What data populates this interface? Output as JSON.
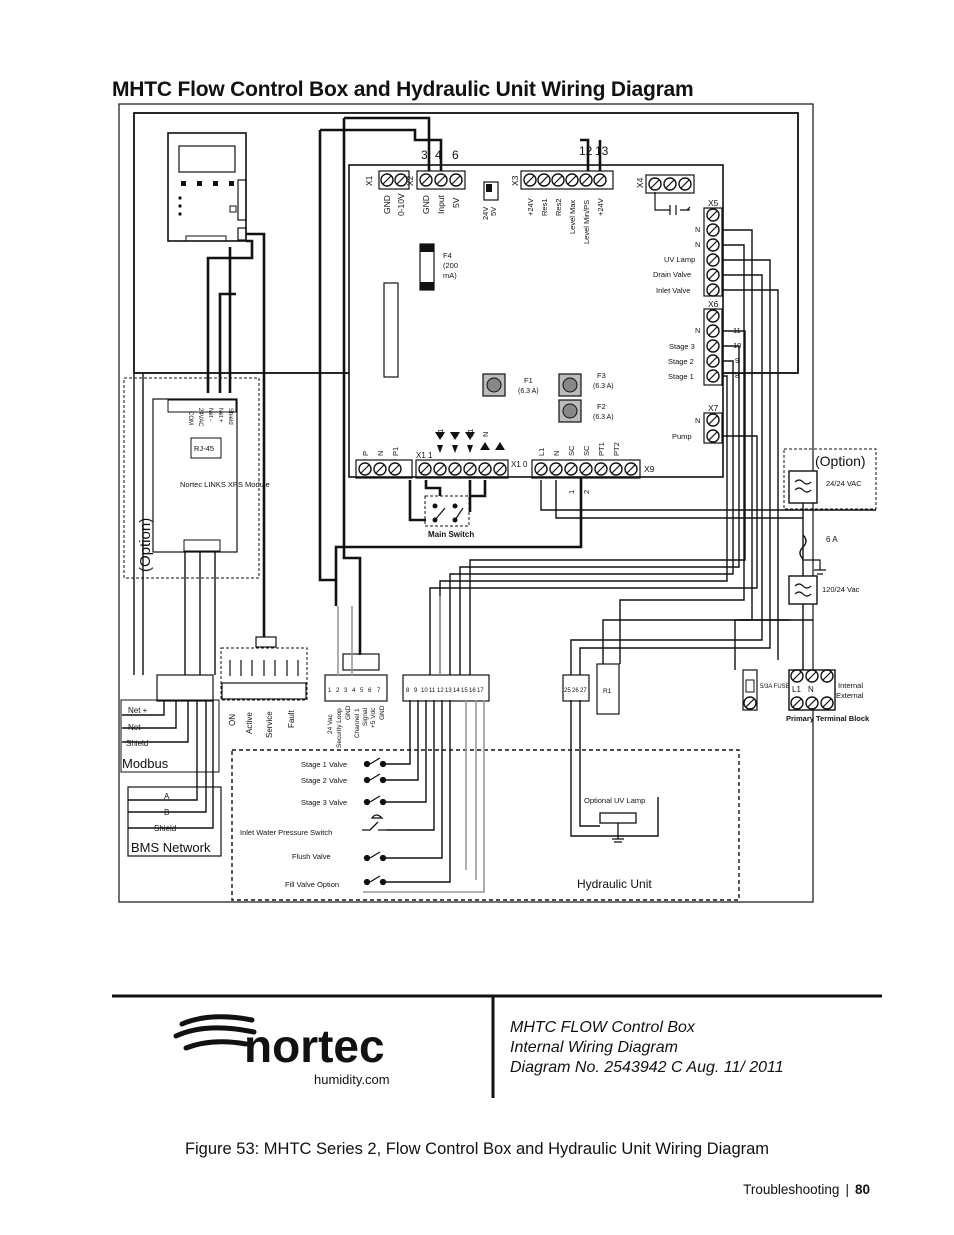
{
  "page_title": "MHTC Flow Control Box and Hydraulic Unit Wiring Diagram",
  "board": {
    "x1_labels": [
      "GND",
      "0-10V"
    ],
    "x2_labels": [
      "GND",
      "Input",
      "5V"
    ],
    "x2_numbers": [
      "3",
      "4",
      "6"
    ],
    "x3_numbers": [
      "12",
      "13"
    ],
    "jumper_labels": [
      "24V",
      "5V"
    ],
    "x3_labels": [
      "+24V",
      "Res1",
      "Res2",
      "Level Max",
      "Level Min/PS",
      "+24V"
    ],
    "connector_ids": [
      "X1",
      "X2",
      "X3",
      "X4",
      "X5",
      "X6",
      "X7",
      "X9",
      "X1 1",
      "X1 0"
    ],
    "x5_labels": [
      "N",
      "N",
      "UV Lamp",
      "Drain Valve",
      "Inlet Valve"
    ],
    "x6_labels": [
      "N",
      "Stage 3",
      "Stage 2",
      "Stage 1"
    ],
    "x6_numbers": [
      "11",
      "10",
      "9",
      "8"
    ],
    "x7_labels": [
      "N",
      "Pump"
    ],
    "fuse_f4": [
      "F4",
      "(200",
      "mA)"
    ],
    "fuse_f1": [
      "F1",
      "(6.3 A)"
    ],
    "fuse_f3": [
      "F3",
      "(6.3 A)"
    ],
    "fuse_f2": [
      "F2",
      "(6.3 A)"
    ],
    "x11_labels": [
      "P",
      "N",
      "P1"
    ],
    "x10_labels": [
      "L1",
      "N",
      "L1",
      "N"
    ],
    "x9_labels": [
      "L1",
      "N",
      "SC",
      "SC",
      "PT1",
      "PT2"
    ],
    "x9_numbers": [
      "1",
      "2"
    ],
    "main_switch": "Main Switch"
  },
  "links_module": {
    "option": "(Option)",
    "rj45": "RJ-45",
    "name": "Nortec LINKS XPS Module",
    "pins": [
      "COM",
      "24VAC",
      "Net -",
      "Net +",
      "Shield"
    ]
  },
  "right_side": {
    "option_label": "(Option)",
    "transformer1": "24/24 VAC",
    "fuse_6a": "6 A",
    "transformer2": "120/24 Vac",
    "fuse_label": "5/3A FUSE",
    "terminal_labels": [
      "L1",
      "N"
    ],
    "internal": "Internal",
    "external": "External",
    "primary_terminal_block": "Primary Terminal Block"
  },
  "terminals": {
    "relays": [
      "ON",
      "Active",
      "Service",
      "Fault"
    ],
    "analog": [
      "24 Vac",
      "Security Loop",
      "GND",
      "Channel 1",
      "Signal",
      "+5 Vdc",
      "GND"
    ],
    "analog_numbers": [
      "1",
      "2",
      "3",
      "4",
      "5",
      "6",
      "7"
    ],
    "stage_numbers": [
      "8",
      "9",
      "10",
      "11",
      "12",
      "13",
      "14",
      "15",
      "16",
      "17"
    ],
    "uv_numbers": [
      "25",
      "26",
      "27"
    ],
    "r1_label": "R1"
  },
  "modbus": {
    "labels": [
      "Net +",
      "Net -",
      "Shield"
    ],
    "title": "Modbus"
  },
  "bms": {
    "labels": [
      "A",
      "B",
      "Shield"
    ],
    "title": "BMS Network"
  },
  "hydraulic_unit": {
    "valves": [
      "Stage 1 Valve",
      "Stage 2 Valve",
      "Stage 3 Valve",
      "Inlet  Water Pressure Switch",
      "Flush Valve",
      "Fill Valve Option"
    ],
    "optional_uv": "Optional UV Lamp",
    "title": "Hydraulic Unit"
  },
  "logo": {
    "brand": "nortec",
    "sub": "humidity.com"
  },
  "title_block": [
    "MHTC FLOW Control Box",
    "Internal Wiring Diagram",
    "Diagram No. 2543942 C  Aug. 11/ 2011"
  ],
  "caption": "Figure 53: MHTC Series 2, Flow Control Box and Hydraulic Unit Wiring Diagram",
  "footer": {
    "section": "Troubleshooting",
    "separator": "|",
    "page_number": "80"
  }
}
